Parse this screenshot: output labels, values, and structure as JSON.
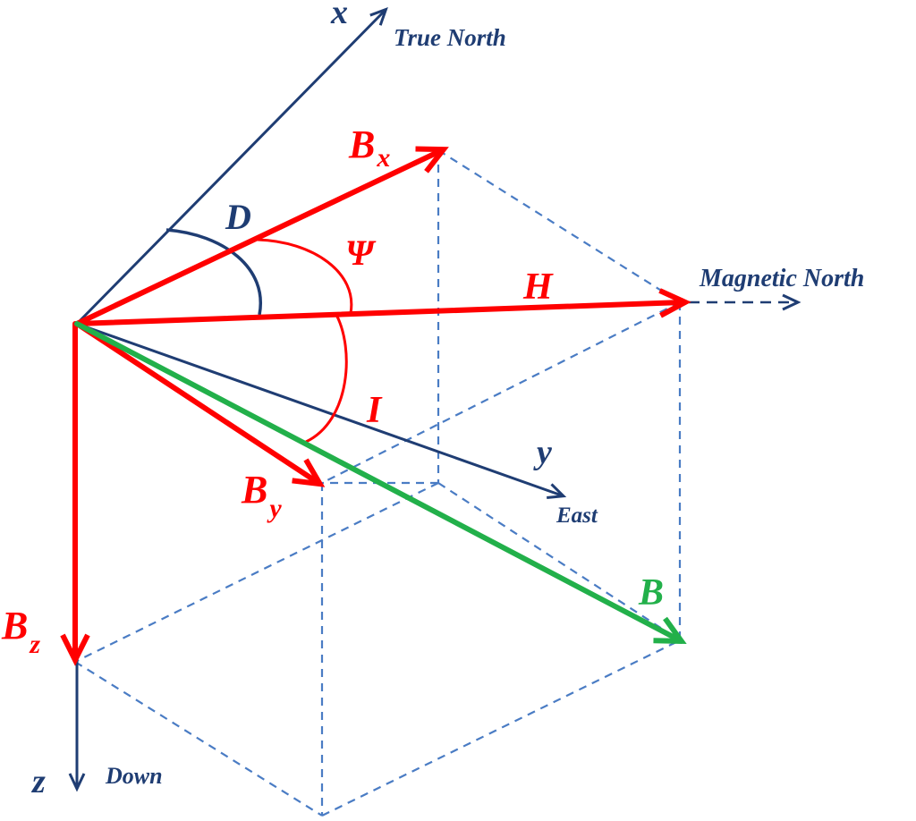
{
  "colors": {
    "axis": "#1f3d73",
    "component": "#ff0000",
    "field": "#22b04a",
    "guide": "#4a7cc4"
  },
  "axes": {
    "x": {
      "symbol": "x",
      "direction": "True North"
    },
    "y": {
      "symbol": "y",
      "direction": "East"
    },
    "z": {
      "symbol": "z",
      "direction": "Down"
    },
    "magnetic_north": "Magnetic North"
  },
  "vectors": {
    "bx": {
      "base": "B",
      "sub": "x"
    },
    "by": {
      "base": "B",
      "sub": "y"
    },
    "bz": {
      "base": "B",
      "sub": "z"
    },
    "h": "H",
    "b": "B"
  },
  "angles": {
    "declination": "D",
    "psi": "Ψ",
    "inclination": "I"
  }
}
